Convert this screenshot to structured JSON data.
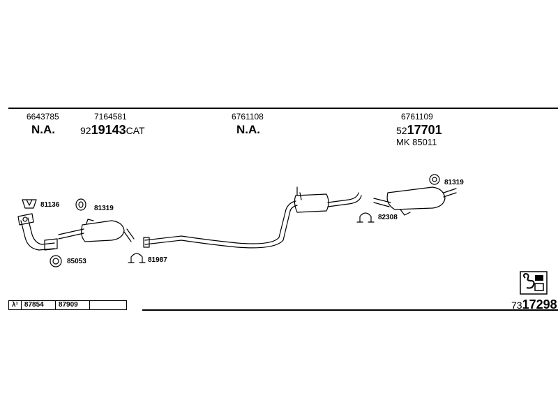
{
  "header": {
    "col1": {
      "part_no": "6643785",
      "status": "N.A."
    },
    "col2": {
      "part_no": "7164581",
      "code_prefix": "92",
      "code_main": "19143",
      "code_suffix": "CAT"
    },
    "col3": {
      "part_no": "6761108",
      "status": "N.A."
    },
    "col4": {
      "part_no": "6761109",
      "code_prefix": "52",
      "code_main": "17701",
      "kit": "MK  85011"
    }
  },
  "parts": {
    "rubber_mount_1": "81136",
    "ring_mount_1": "81319",
    "gasket_ring": "85053",
    "clamp_1": "81987",
    "clamp_2": "82308",
    "ring_mount_2": "81319"
  },
  "footer": {
    "lambda_symbol": "λ¹",
    "cells": [
      "87854",
      "87909",
      ""
    ],
    "ref_prefix": "73",
    "ref_main": "17298"
  }
}
